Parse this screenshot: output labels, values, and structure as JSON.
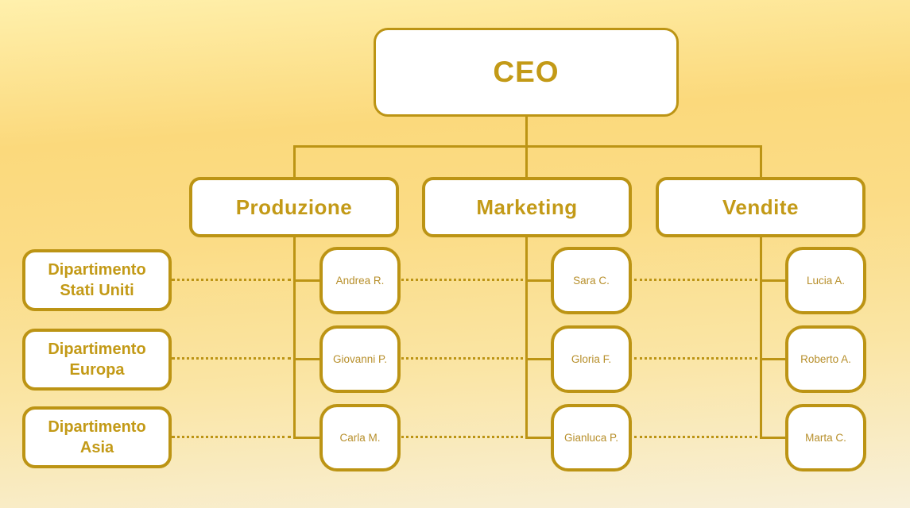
{
  "org_chart": {
    "root": {
      "label": "CEO"
    },
    "region_rows": [
      {
        "label": "Dipartimento\nStati Uniti"
      },
      {
        "label": "Dipartimento\nEuropa"
      },
      {
        "label": "Dipartimento\nAsia"
      }
    ],
    "departments": [
      {
        "label": "Produzione",
        "members": [
          {
            "name": "Andrea R."
          },
          {
            "name": "Giovanni P."
          },
          {
            "name": "Carla M."
          }
        ]
      },
      {
        "label": "Marketing",
        "members": [
          {
            "name": "Sara C."
          },
          {
            "name": "Gloria F."
          },
          {
            "name": "Gianluca P."
          }
        ]
      },
      {
        "label": "Vendite",
        "members": [
          {
            "name": "Lucia A."
          },
          {
            "name": "Roberto A."
          },
          {
            "name": "Marta C."
          }
        ]
      }
    ],
    "colors": {
      "gold_line": "#BC9414",
      "title_text": "#C39A17",
      "member_text": "#B78F2B",
      "box_bg": "#FFFFFF",
      "background_top": "#FFF0AC",
      "background_mid": "#FBD97C",
      "background_bottom": "#F8F0DA"
    }
  }
}
